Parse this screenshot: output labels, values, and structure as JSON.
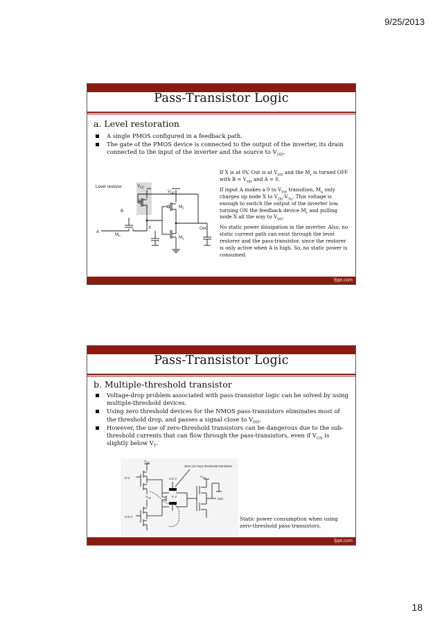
{
  "page": {
    "date": "9/25/2013",
    "number": "18"
  },
  "brand": "fppt.com",
  "slide1": {
    "title": "Pass-Transistor Logic",
    "section": "a.  Level restoration",
    "bullets": [
      "A single PMOS configured in a feedback path.",
      "The gate of the PMOS device is connected to the output of the inverter, its drain connected to the input of the inverter and the source to V_DD."
    ],
    "notes": [
      "If X is at 0V, Out is at V_DD and the M_r is turned OFF with B = V_DD and A = 0.",
      "If input A makes a 0 to V_DD transition, M_n only charges up node X to V_DD-V_Tn. This voltage is enough to switch the output of the inverter low, turning ON the feedback device M_r and pulling node X all the way to V_DD.",
      "No static power dissipation in the inverter. Also, no static current path can exist through the level restorer and the pass-transistor, since the restorer is only active when A is high. So, no static power is consumed."
    ],
    "figure": {
      "restorer_label": "Level restorer",
      "vdd": "V_DD",
      "mr": "M_r",
      "m2": "M_2",
      "m1": "M_1",
      "mn": "M_n",
      "b": "B",
      "a": "A",
      "x": "X",
      "out": "Out"
    }
  },
  "slide2": {
    "title": "Pass-Transistor Logic",
    "section": "b. Multiple-threshold transistor",
    "bullets": [
      "Voltage-drop problem associated with pass-transistor logic can be solved by using multiple-threshold devices.",
      "Using zero threshold devices for the NMOS pass-transistors eliminates most of the threshold drop, and passes a signal close to V_DD.",
      "However, the use of zero-threshold transistors can be dangerous due to the sub-threshold currents that can flow through the pass-transistors, even if V_GS is slightly below V_T."
    ],
    "caption": "Static power consumption when using zero-threshold pass-transistors.",
    "figure": {
      "vdd": "V_DD",
      "zero_label": "Zero (or low) threshold transistor",
      "v0": "0 V",
      "v25": "2.5 V",
      "out": "Out"
    }
  }
}
